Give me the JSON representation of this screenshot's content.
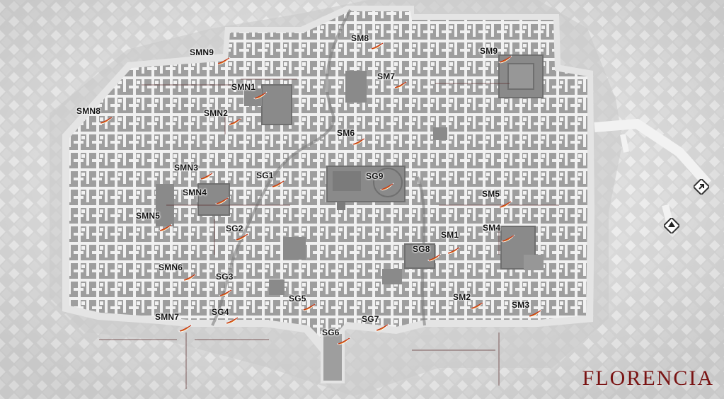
{
  "map": {
    "title": "FLORENCIA",
    "colors": {
      "background": "#d6d6d6",
      "city_base": "#9b9b9b",
      "city_wall": "#e6e6e6",
      "streets": "#f2f2f2",
      "title": "#7a1414",
      "feather_orange": "#e07810",
      "feather_red": "#c23010"
    },
    "icons": [
      "feather-icon",
      "map-exit-icon",
      "waypoint-icon"
    ]
  },
  "markers": [
    {
      "id": "SMN9",
      "label": "SMN9"
    },
    {
      "id": "SMN8",
      "label": "SMN8"
    },
    {
      "id": "SMN1",
      "label": "SMN1"
    },
    {
      "id": "SMN2",
      "label": "SMN2"
    },
    {
      "id": "SMN3",
      "label": "SMN3"
    },
    {
      "id": "SMN4",
      "label": "SMN4"
    },
    {
      "id": "SMN5",
      "label": "SMN5"
    },
    {
      "id": "SMN6",
      "label": "SMN6"
    },
    {
      "id": "SMN7",
      "label": "SMN7"
    },
    {
      "id": "SG1",
      "label": "SG1"
    },
    {
      "id": "SG2",
      "label": "SG2"
    },
    {
      "id": "SG3",
      "label": "SG3"
    },
    {
      "id": "SG4",
      "label": "SG4"
    },
    {
      "id": "SG5",
      "label": "SG5"
    },
    {
      "id": "SG6",
      "label": "SG6"
    },
    {
      "id": "SG7",
      "label": "SG7"
    },
    {
      "id": "SG8",
      "label": "SG8"
    },
    {
      "id": "SG9",
      "label": "SG9"
    },
    {
      "id": "SM1",
      "label": "SM1"
    },
    {
      "id": "SM2",
      "label": "SM2"
    },
    {
      "id": "SM3",
      "label": "SM3"
    },
    {
      "id": "SM4",
      "label": "SM4"
    },
    {
      "id": "SM5",
      "label": "SM5"
    },
    {
      "id": "SM6",
      "label": "SM6"
    },
    {
      "id": "SM7",
      "label": "SM7"
    },
    {
      "id": "SM8",
      "label": "SM8"
    },
    {
      "id": "SM9",
      "label": "SM9"
    }
  ]
}
